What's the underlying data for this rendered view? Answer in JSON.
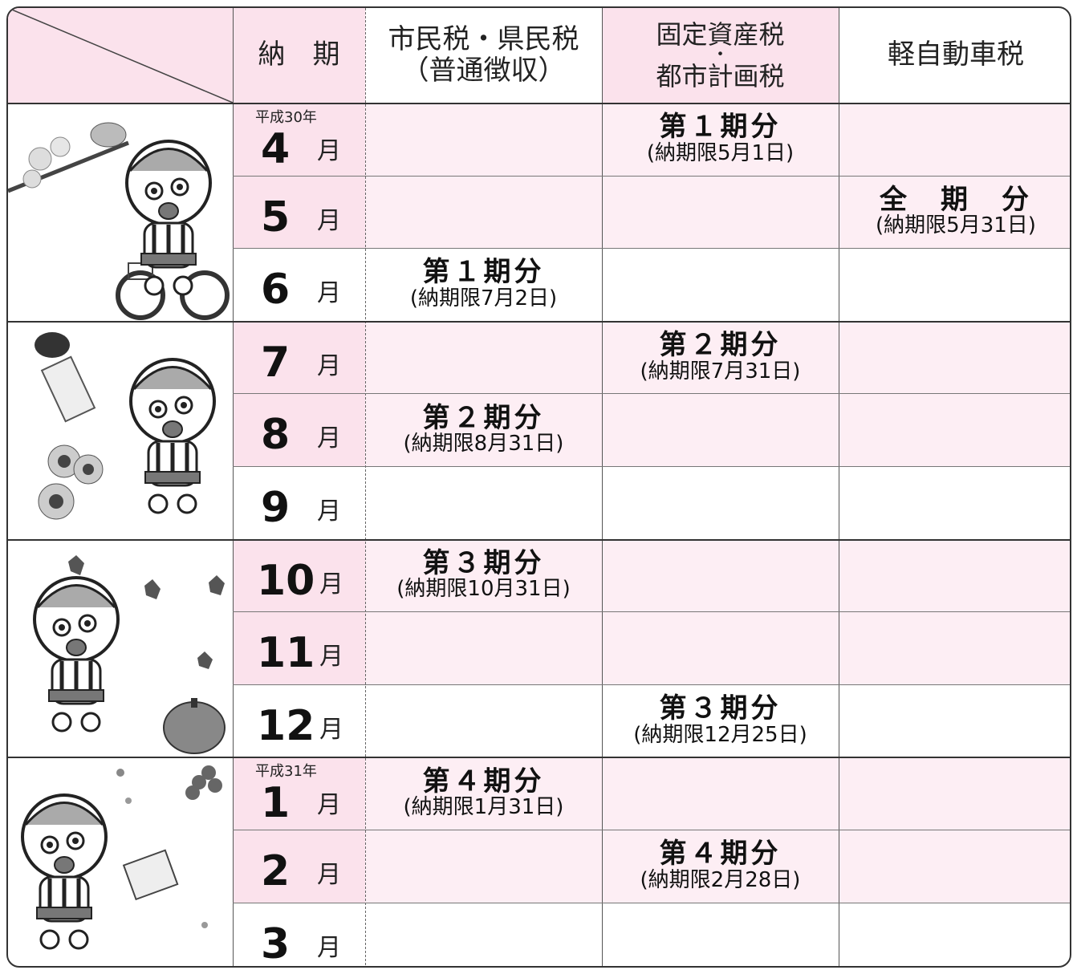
{
  "header": {
    "col_month": "納　期",
    "col_city_tax": [
      "市民税・県民税",
      "（普通徴収）"
    ],
    "col_property_tax": [
      "固定資産税",
      "・",
      "都市計画税"
    ],
    "col_light_vehicle_tax": "軽自動車税"
  },
  "unit_label": "月",
  "months": [
    {
      "era": "平成30年",
      "num": "4"
    },
    {
      "era": "",
      "num": "5"
    },
    {
      "era": "",
      "num": "6"
    },
    {
      "era": "",
      "num": "7"
    },
    {
      "era": "",
      "num": "8"
    },
    {
      "era": "",
      "num": "9"
    },
    {
      "era": "",
      "num": "10"
    },
    {
      "era": "",
      "num": "11"
    },
    {
      "era": "",
      "num": "12"
    },
    {
      "era": "平成31年",
      "num": "1"
    },
    {
      "era": "",
      "num": "2"
    },
    {
      "era": "",
      "num": "3"
    }
  ],
  "entries": {
    "city_tax": [
      {
        "row": 2,
        "title": "第１期分",
        "deadline": "(納期限7月2日)"
      },
      {
        "row": 4,
        "title": "第２期分",
        "deadline": "(納期限8月31日)"
      },
      {
        "row": 6,
        "title": "第３期分",
        "deadline": "(納期限10月31日)"
      },
      {
        "row": 9,
        "title": "第４期分",
        "deadline": "(納期限1月31日)"
      }
    ],
    "property_tax": [
      {
        "row": 0,
        "title": "第１期分",
        "deadline": "(納期限5月1日)"
      },
      {
        "row": 3,
        "title": "第２期分",
        "deadline": "(納期限7月31日)"
      },
      {
        "row": 8,
        "title": "第３期分",
        "deadline": "(納期限12月25日)"
      },
      {
        "row": 10,
        "title": "第４期分",
        "deadline": "(納期限2月28日)"
      }
    ],
    "light_vehicle_tax": [
      {
        "row": 1,
        "title": "全　期　分",
        "deadline": "(納期限5月31日)"
      }
    ]
  },
  "colors": {
    "header_pink": "#fbe2ec",
    "row_pink": "#fdeef4",
    "border": "#333333"
  },
  "illustrations": [
    "spring-cyclist-mascot",
    "summer-sunflower-mascot",
    "autumn-pumpkin-mascot",
    "winter-new-year-mascot"
  ]
}
